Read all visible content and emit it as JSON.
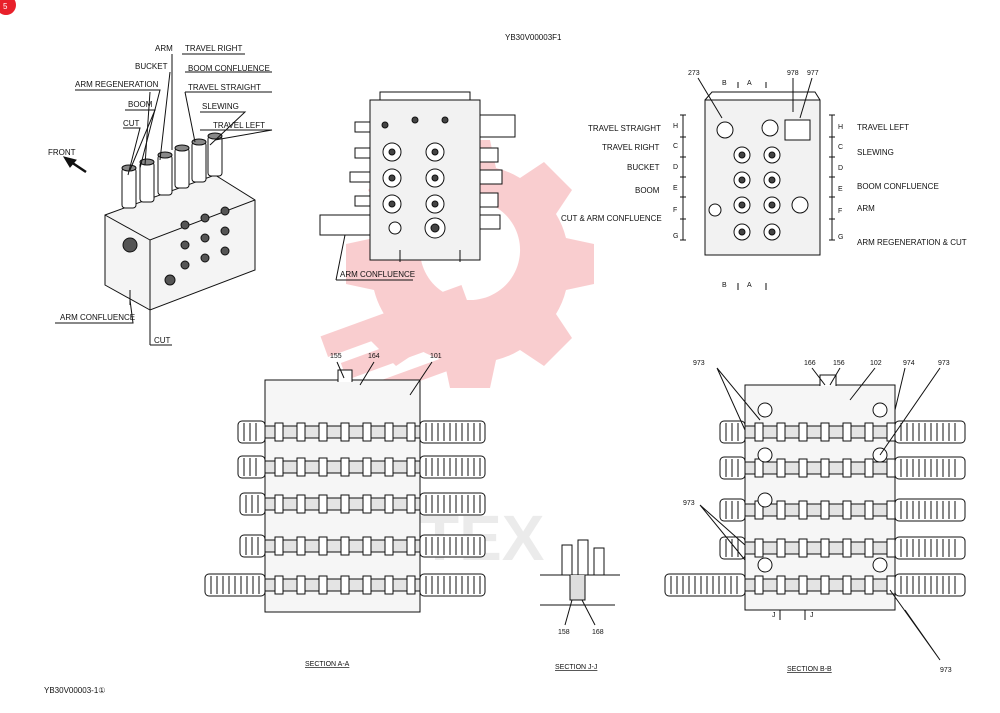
{
  "drawing": {
    "number_top": "YB30V00003F1",
    "number_bottom": "YB30V00003-1①",
    "corner_badge": "5",
    "watermark": "TEX"
  },
  "iso_view": {
    "front": "FRONT",
    "labels": [
      "ARM",
      "TRAVEL RIGHT",
      "BUCKET",
      "BOOM CONFLUENCE",
      "ARM REGENERATION",
      "TRAVEL STRAIGHT",
      "BOOM",
      "SLEWING",
      "CUT",
      "TRAVEL LEFT",
      "ARM CONFLUENCE",
      "CUT"
    ]
  },
  "front_view": {
    "label": "ARM CONFLUENCE"
  },
  "port_view": {
    "callouts": [
      "273",
      "978",
      "977"
    ],
    "section_marks": {
      "b": "B",
      "a": "A"
    },
    "left_labels": [
      "TRAVEL STRAIGHT",
      "TRAVEL RIGHT",
      "BUCKET",
      "BOOM",
      "CUT & ARM CONFLUENCE"
    ],
    "left_letters": [
      "H",
      "C",
      "D",
      "E",
      "F",
      "G"
    ],
    "right_labels": [
      "TRAVEL LEFT",
      "SLEWING",
      "BOOM CONFLUENCE",
      "ARM",
      "ARM REGENERATION & CUT"
    ],
    "right_letters": [
      "H",
      "C",
      "D",
      "E",
      "F",
      "G"
    ]
  },
  "section_aa": {
    "callouts": [
      "155",
      "164",
      "101"
    ],
    "title": "SECTION  A-A"
  },
  "section_jj": {
    "callouts": [
      "158",
      "168"
    ],
    "title": "SECTION  J-J"
  },
  "section_bb": {
    "callouts_top": [
      "973",
      "166",
      "156",
      "102",
      "974",
      "973"
    ],
    "callout_left": "973",
    "callout_bottom": "973",
    "j_marks": [
      "J",
      "J"
    ],
    "title": "SECTION  B-B"
  }
}
